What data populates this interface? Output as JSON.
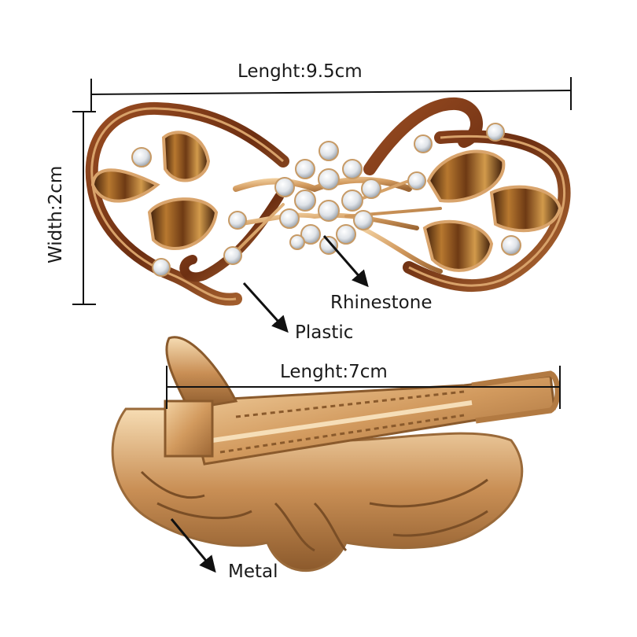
{
  "labels": {
    "top_length": "Lenght:9.5cm",
    "width": "Width:2cm",
    "rhinestone": "Rhinestone",
    "plastic": "Plastic",
    "clip_length": "Lenght:7cm",
    "metal": "Metal"
  },
  "colors": {
    "gold": "#d9a46c",
    "gold_dark": "#a5703e",
    "tortoise_dark": "#5a2c10",
    "tortoise_mid": "#9a5a22",
    "tortoise_light": "#c98a3e",
    "enamel_brown": "#7a3b1a",
    "rhinestone": "#e9ecef",
    "line": "#111111",
    "background": "#ffffff"
  }
}
